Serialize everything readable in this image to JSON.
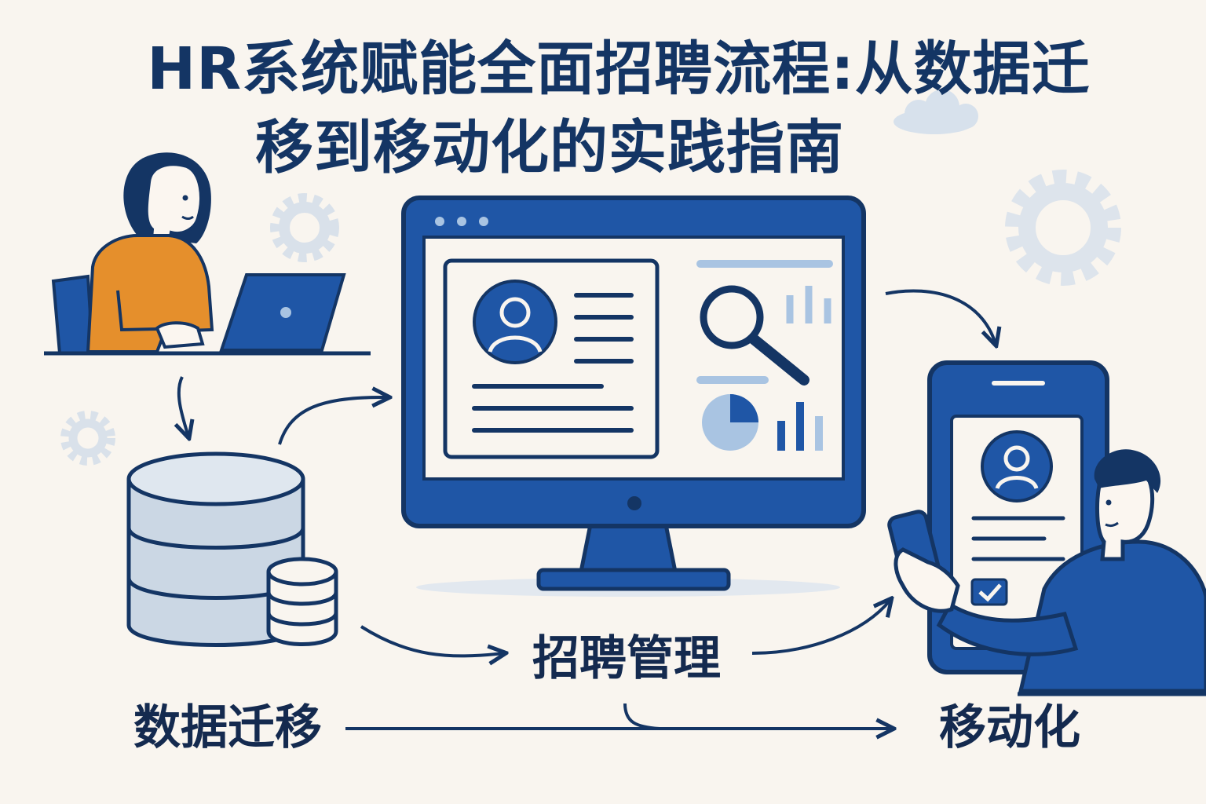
{
  "title": {
    "line1": "HR系统赋能全面招聘流程:从数据迁",
    "line2": "移到移动化的实践指南"
  },
  "labels": {
    "data_migration": "数据迁移",
    "recruitment_management": "招聘管理",
    "mobilization": "移动化"
  },
  "icons": [
    "woman-at-laptop-icon",
    "database-icon",
    "monitor-dashboard-icon",
    "profile-card-icon",
    "magnifier-icon",
    "pie-chart-icon",
    "bar-chart-icon",
    "smartphone-icon",
    "man-with-phone-icon",
    "gear-icon",
    "cloud-icon",
    "checkbox-icon"
  ],
  "colors": {
    "background": "#f9f5ef",
    "navy": "#143564",
    "blue": "#1f56a6",
    "light_blue": "#a9c4e2",
    "orange": "#e58f2c",
    "gear_gray": "#d9e1ea"
  }
}
